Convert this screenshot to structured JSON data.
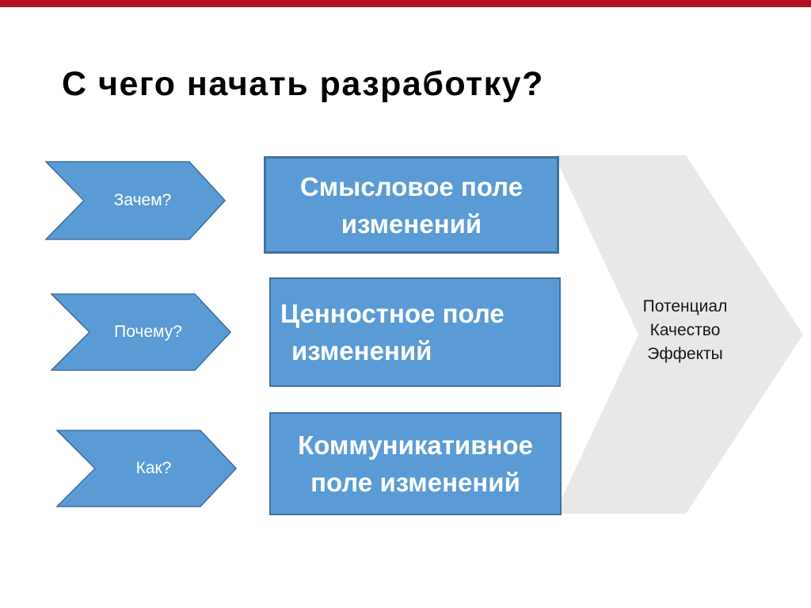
{
  "slide": {
    "title": "С чего начать разработку?"
  },
  "arrows": [
    {
      "label": "Зачем?"
    },
    {
      "label": "Почему?"
    },
    {
      "label": "Как?"
    }
  ],
  "boxes": [
    {
      "lines": [
        "Смысловое поле",
        "изменений"
      ]
    },
    {
      "lines": [
        "Ценностное поле",
        "изменений"
      ]
    },
    {
      "lines": [
        "Коммуникативное",
        "поле изменений"
      ]
    }
  ],
  "chevron": {
    "lines": [
      "Потенциал",
      "Качество",
      "Эффекты"
    ]
  },
  "colors": {
    "shape_blue": "#5b9bd5",
    "shape_blue_border": "#41719c",
    "chevron_gray": "#e8e8e8",
    "top_bar_red": "#b30f1f",
    "title_black": "#000000"
  }
}
